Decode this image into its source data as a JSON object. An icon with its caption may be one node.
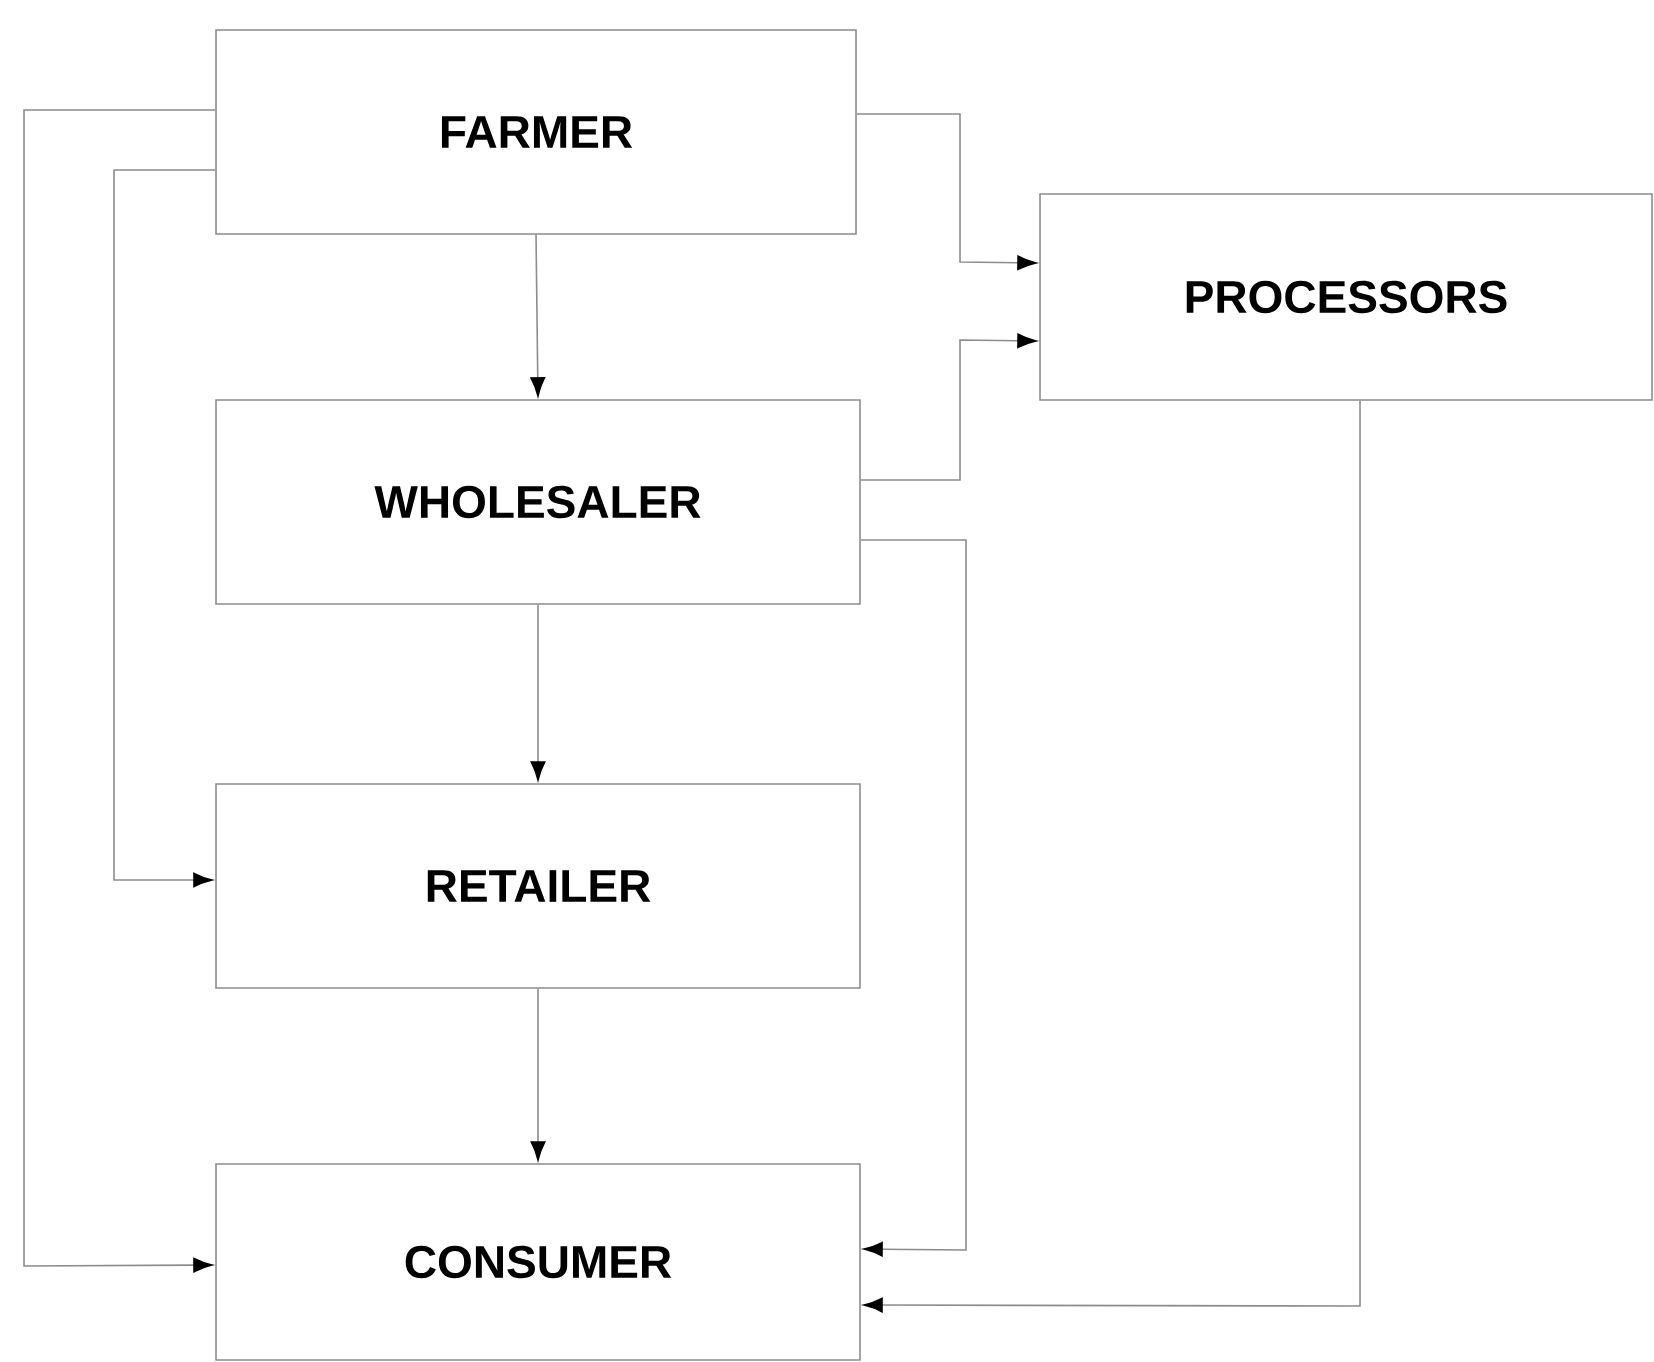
{
  "diagram": {
    "nodes": [
      {
        "text": [
          "FARMER"
        ]
      },
      {
        "text": [
          "PROCESSORS"
        ]
      },
      {
        "text": [
          "WHOLESALER"
        ]
      },
      {
        "text": [
          "RETAILER"
        ]
      },
      {
        "text": [
          "CONSUMER"
        ]
      }
    ],
    "edges": [
      {
        "from": 0,
        "to": 2,
        "arrow": "to"
      },
      {
        "from": 0,
        "to": 1,
        "arrow": "to"
      },
      {
        "from": 2,
        "to": 1,
        "arrow": "to"
      },
      {
        "from": 2,
        "to": 3,
        "arrow": "to"
      },
      {
        "from": 2,
        "to": 4,
        "arrow": "to"
      },
      {
        "from": 3,
        "to": 4,
        "arrow": "to"
      },
      {
        "from": 1,
        "to": 4,
        "arrow": "to"
      },
      {
        "from": 0,
        "to": 4,
        "arrow": "to"
      },
      {
        "from": 0,
        "to": 3,
        "arrow": "to"
      }
    ]
  }
}
